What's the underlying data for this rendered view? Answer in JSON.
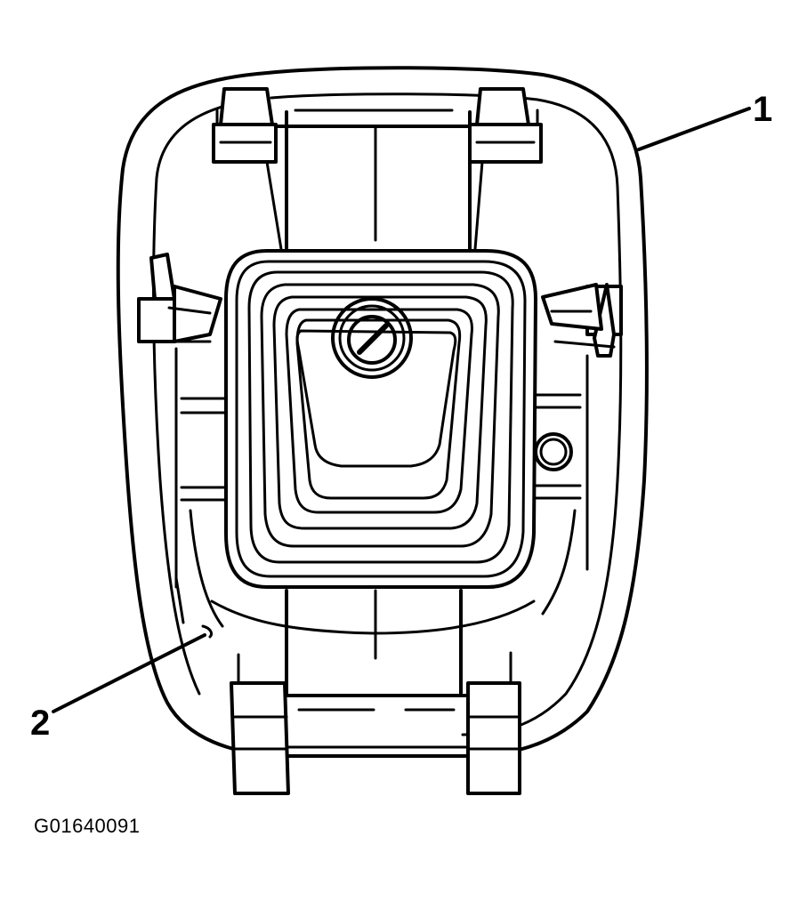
{
  "figure": {
    "callouts": [
      {
        "number": "1",
        "target": "console-trim-plate"
      },
      {
        "number": "2",
        "target": "shift-boot-retainer"
      }
    ],
    "figure_id": "G01640091"
  },
  "colors": {
    "ink": "#000000",
    "paper": "#ffffff"
  }
}
